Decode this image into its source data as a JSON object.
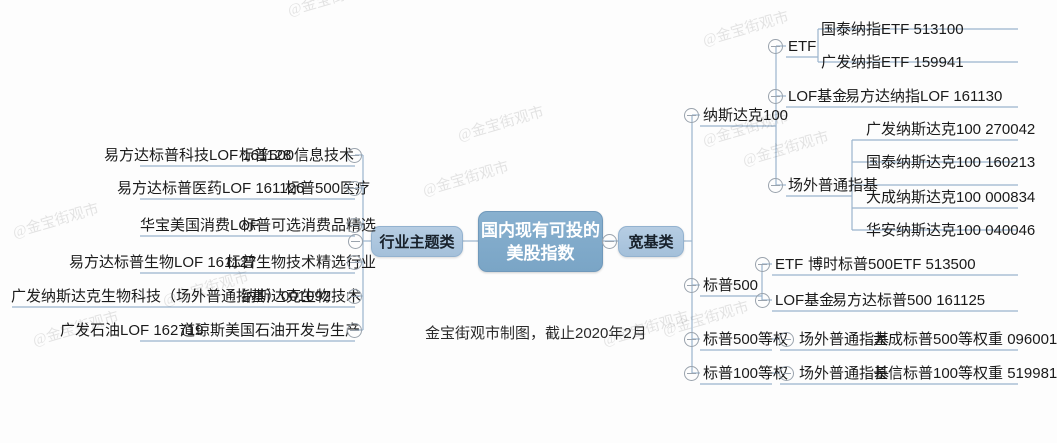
{
  "diagram": {
    "type": "mindmap",
    "center": {
      "line1": "国内现有可投的",
      "line2": "美股指数"
    },
    "footer": "金宝街观市制图，截止2020年2月",
    "watermark": "@金宝街观市",
    "colors": {
      "center_fill": "#7fa8c9",
      "center_text": "#ffffff",
      "branch_fill": "#adc6de",
      "branch_text": "#17202a",
      "link": "#9ab4cd",
      "background": "#fdfdfd",
      "toggle_stroke": "#9aa3ad"
    },
    "toggle_icon": "collapse-minus-icon"
  },
  "left_branch": {
    "label": "行业主题类",
    "rows": [
      {
        "fund": "易方达标普科技LOF 161128",
        "index": "标普500信息技术"
      },
      {
        "fund": "易方达标普医药LOF 161126",
        "index": "标普500医疗"
      },
      {
        "fund": "华宝美国消费LOF",
        "index": "标普可选消费品精选"
      },
      {
        "fund": "易方达标普生物LOF 161127",
        "index": "标普生物技术精选行业"
      },
      {
        "fund": "广发纳斯达克生物科技（场外普通指基）001092",
        "index": "纳斯达克生物技术"
      },
      {
        "fund": "广发石油LOF 162719",
        "index": "道琼斯美国石油开发与生产"
      }
    ]
  },
  "right_branch": {
    "label": "宽基类",
    "groups": [
      {
        "name": "纳斯达克100",
        "subgroups": [
          {
            "name": "ETF",
            "funds": [
              "国泰纳指ETF 513100",
              "广发纳指ETF 159941"
            ]
          },
          {
            "name": "LOF基金",
            "funds": [
              "易方达纳指LOF 161130"
            ]
          },
          {
            "name": "场外普通指基",
            "funds": [
              "广发纳斯达克100 270042",
              "国泰纳斯达克100 160213",
              "大成纳斯达克100 000834",
              "华安纳斯达克100 040046"
            ]
          }
        ]
      },
      {
        "name": "标普500",
        "subgroups": [
          {
            "name": "ETF",
            "funds": [
              "博时标普500ETF 513500"
            ]
          },
          {
            "name": "LOF基金",
            "funds": [
              "易方达标普500 161125"
            ]
          }
        ]
      },
      {
        "name": "标普500等权",
        "subgroups": [
          {
            "name": "场外普通指基",
            "funds": [
              "大成标普500等权重 096001"
            ]
          }
        ]
      },
      {
        "name": "标普100等权",
        "subgroups": [
          {
            "name": "场外普通指基",
            "funds": [
              "长信标普100等权重 519981"
            ]
          }
        ]
      }
    ]
  }
}
